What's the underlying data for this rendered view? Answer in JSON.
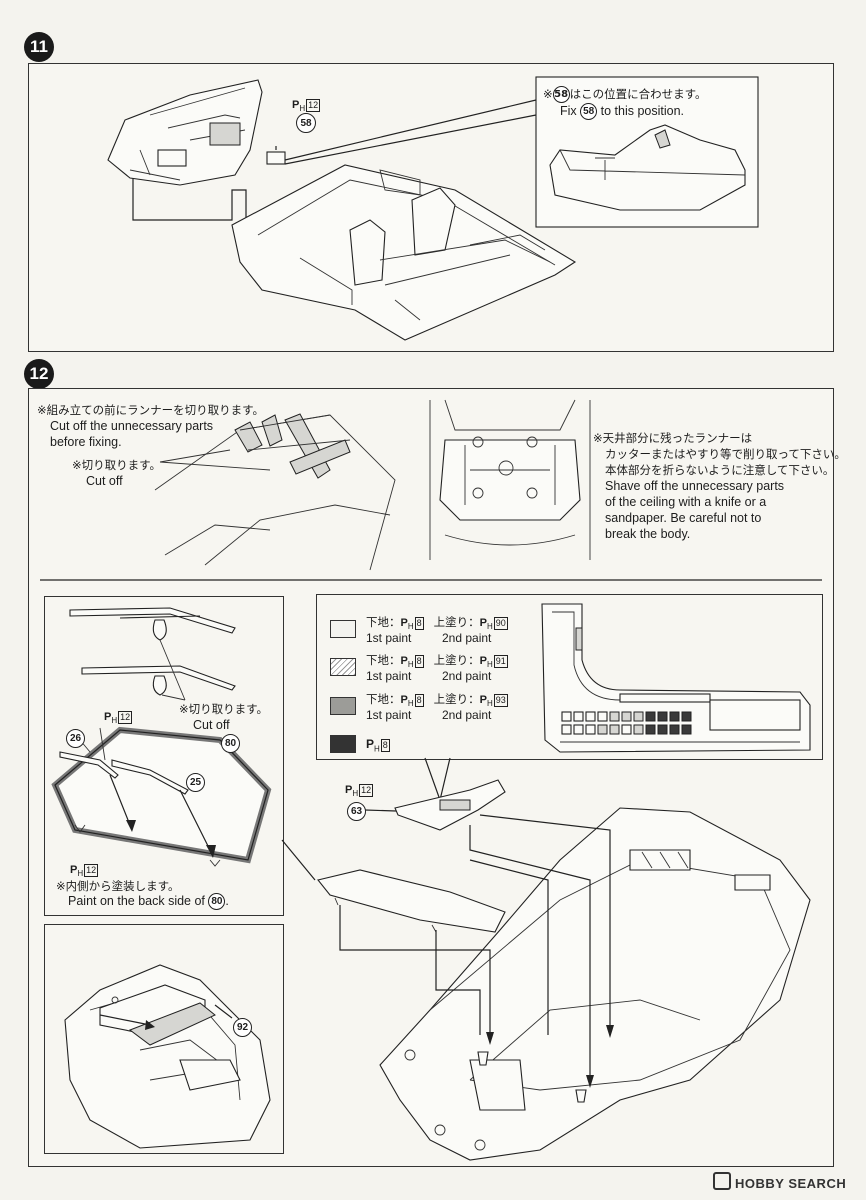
{
  "step11": {
    "number": "11",
    "part_ref": {
      "p": "P",
      "sub": "H",
      "num": "12"
    },
    "part_58": "58",
    "callout": {
      "jp_prefix": "※",
      "jp_part": "58",
      "jp_text": "はこの位置に合わせます。",
      "en_prefix": "Fix",
      "en_part": "58",
      "en_text": "to this position."
    }
  },
  "step12": {
    "number": "12",
    "note_runner": {
      "jp": "※組み立ての前にランナーを切り取ります。",
      "en_line1": "Cut off the unnecessary parts",
      "en_line2": "before fixing."
    },
    "note_cutoff_1": {
      "jp": "※切り取ります。",
      "en": "Cut off"
    },
    "note_ceiling": {
      "jp_line1": "※天井部分に残ったランナーは",
      "jp_line2": "カッターまたはやすり等で削り取って下さい。",
      "jp_line3": "本体部分を折らないように注意して下さい。",
      "en_line1": "Shave off the unnecessary parts",
      "en_line2": "of the ceiling with a knife or a",
      "en_line3": "sandpaper. Be careful not to",
      "en_line4": "break the body."
    },
    "wiper_panel": {
      "note_cutoff": {
        "jp": "※切り取ります。",
        "en": "Cut off"
      },
      "ref_top": {
        "p": "P",
        "sub": "H",
        "num": "12"
      },
      "part_26": "26",
      "part_80": "80",
      "part_25": "25",
      "ref_bottom": {
        "p": "P",
        "sub": "H",
        "num": "12"
      },
      "note_inside": {
        "jp": "※内側から塗装します。",
        "en_text": "Paint on the back side of",
        "en_part": "80",
        "en_end": "."
      }
    },
    "legend": [
      {
        "label1": "下地：",
        "ref1": "8",
        "label2": "上塗り：",
        "ref2": "90",
        "en1": "1st paint",
        "en2": "2nd paint",
        "swatch": "#f3f3ef",
        "pattern": "plain"
      },
      {
        "label1": "下地：",
        "ref1": "8",
        "label2": "上塗り：",
        "ref2": "91",
        "en1": "1st paint",
        "en2": "2nd paint",
        "swatch": "#e8e6df",
        "pattern": "hatch"
      },
      {
        "label1": "下地：",
        "ref1": "8",
        "label2": "上塗り：",
        "ref2": "93",
        "en1": "1st paint",
        "en2": "2nd paint",
        "swatch": "#9c9c98",
        "pattern": "grey"
      },
      {
        "ref1": "8",
        "swatch": "#333333",
        "pattern": "black"
      }
    ],
    "legend_p": "P",
    "legend_sub": "H",
    "part_63": "63",
    "ref_63": {
      "p": "P",
      "sub": "H",
      "num": "12"
    },
    "part_92": "92"
  },
  "watermark": {
    "brand": "HOBBY SEARCH"
  },
  "colors": {
    "ink": "#1d1d1d",
    "paper": "#f4f3ee"
  }
}
